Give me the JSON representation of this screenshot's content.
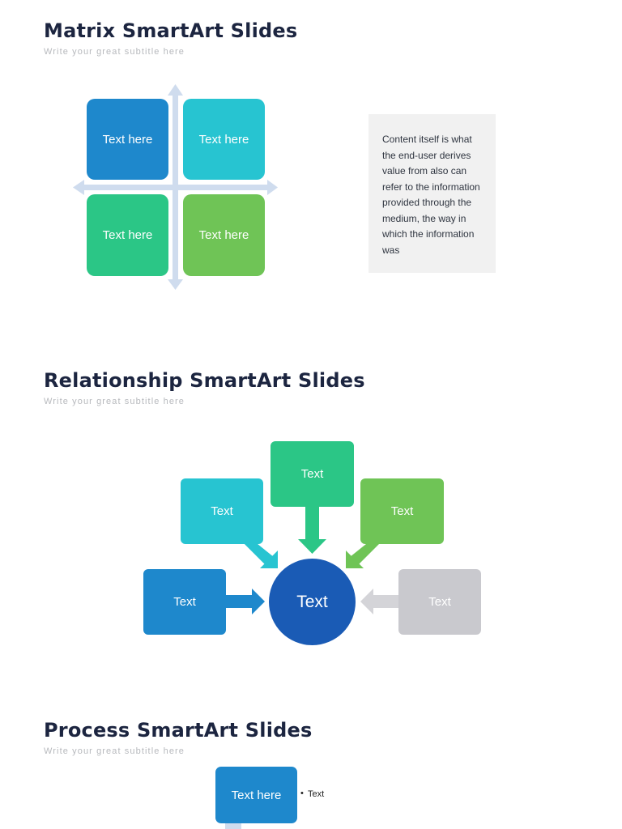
{
  "colors": {
    "blue": "#1e88cc",
    "cyan": "#27c4d1",
    "teal": "#2bc686",
    "green": "#6fc456",
    "navy": "#1a5bb5",
    "gray": "#c9c9ce",
    "axis": "#cfdcee"
  },
  "matrix": {
    "title": "Matrix SmartArt Slides",
    "subtitle": "Write your great subtitle here",
    "tiles": [
      "Text here",
      "Text here",
      "Text here",
      "Text here"
    ],
    "description": "Content itself is what the end-user derives value from also can refer to the information provided through the medium, the way in which the information was"
  },
  "relationship": {
    "title": "Relationship SmartArt Slides",
    "subtitle": "Write your great subtitle here",
    "center": "Text",
    "nodes": [
      "Text",
      "Text",
      "Text",
      "Text",
      "Text"
    ]
  },
  "process": {
    "title": "Process SmartArt Slides",
    "subtitle": "Write your great subtitle here",
    "step": "Text here",
    "bullet": "Text"
  }
}
